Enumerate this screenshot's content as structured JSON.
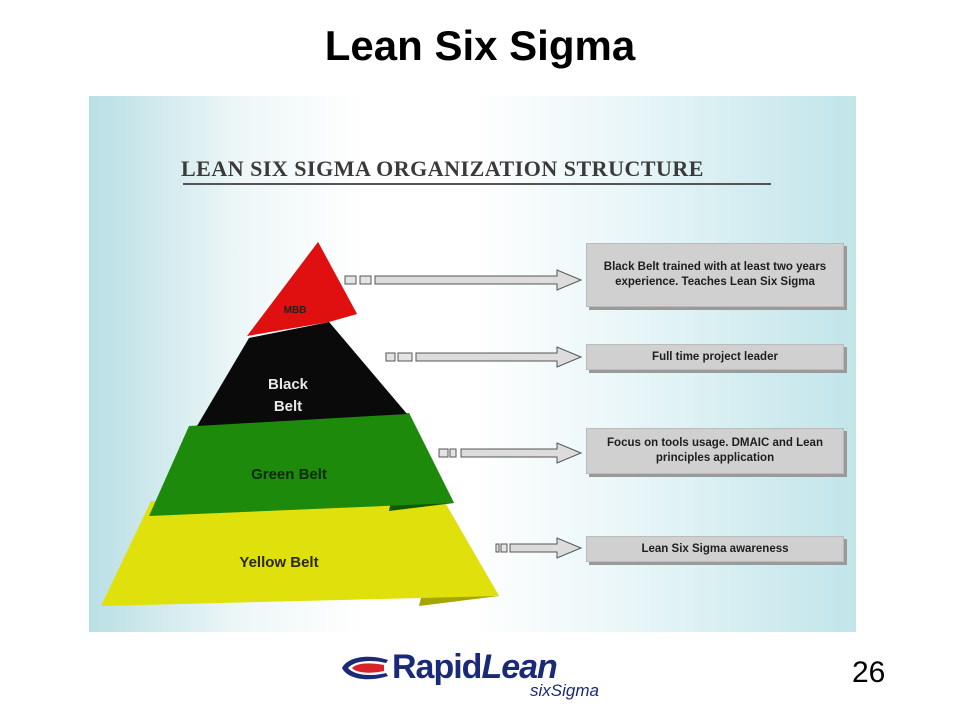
{
  "slide": {
    "title": "Lean Six Sigma",
    "page_number": "26"
  },
  "diagram": {
    "title": "LEAN SIX SIGMA ORGANIZATION STRUCTURE",
    "tiers": [
      {
        "label": "MBB",
        "color": "#e01010",
        "description": "Black Belt trained with at least two years experience. Teaches Lean Six Sigma"
      },
      {
        "label": "Black Belt",
        "color": "#0a0a0a",
        "description": "Full time project leader"
      },
      {
        "label": "Green Belt",
        "color": "#1d8a0c",
        "description": "Focus on tools usage. DMAIC and Lean principles application"
      },
      {
        "label": "Yellow Belt",
        "color": "#e0e00c",
        "description": "Lean Six Sigma awareness"
      }
    ]
  },
  "logo": {
    "brand_bold": "Rapid",
    "brand_italic": "Lean",
    "sub": "sixSigma"
  }
}
